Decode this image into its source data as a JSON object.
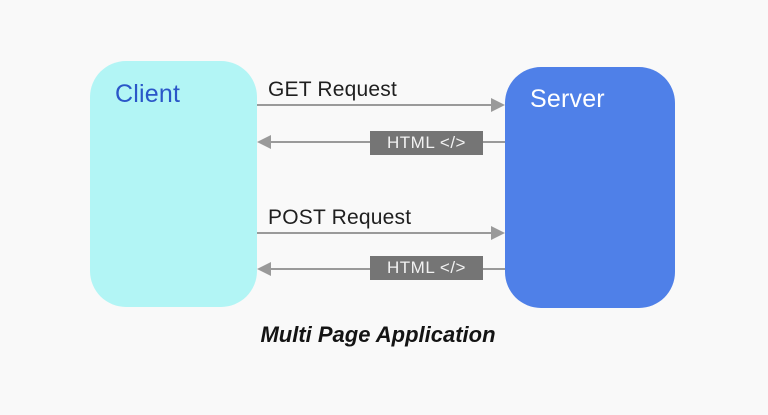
{
  "caption": "Multi Page Application",
  "nodes": {
    "client": {
      "label": "Client"
    },
    "server": {
      "label": "Server"
    }
  },
  "flows": [
    {
      "label": "GET Request",
      "direction": "client-to-server",
      "boxed": false
    },
    {
      "label": "HTML </>",
      "direction": "server-to-client",
      "boxed": true
    },
    {
      "label": "POST Request",
      "direction": "client-to-server",
      "boxed": false
    },
    {
      "label": "HTML </>",
      "direction": "server-to-client",
      "boxed": true
    }
  ],
  "colors": {
    "background": "#f9f9f9",
    "client_fill": "#b2f5f5",
    "client_text": "#2a56c8",
    "server_fill": "#4f80e8",
    "server_text": "#ffffff",
    "arrow": "#9a9a9a",
    "label_box_fill": "#757575",
    "label_box_text": "#f2f2f2",
    "request_text": "#1f1f1f",
    "title_text": "#141414"
  }
}
